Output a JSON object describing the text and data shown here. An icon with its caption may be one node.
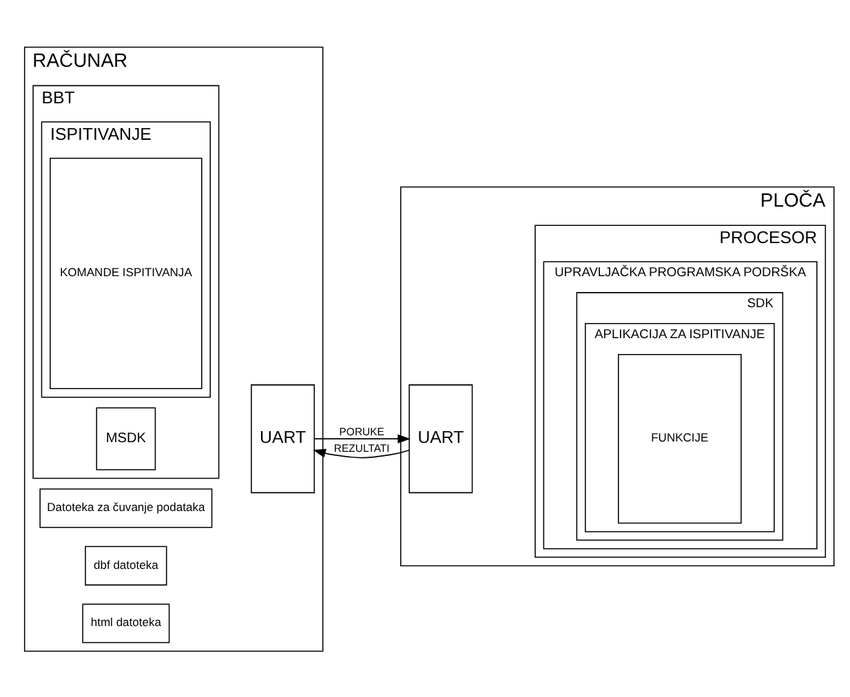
{
  "diagram": {
    "nodes": [
      {
        "text": [
          "RAČUNAR"
        ]
      },
      {
        "text": [
          "BBT"
        ],
        "in": 0
      },
      {
        "text": [
          "MSDK"
        ],
        "in": 1
      },
      {
        "text": [
          "ISPITIVANJE"
        ],
        "in": 1
      },
      {
        "text": [
          "KOMANDE ISPITIVANJA"
        ],
        "in": 3
      },
      {
        "text": [
          "UART"
        ],
        "in": 0
      },
      {
        "text": [
          "Datoteka za čuvanje podataka"
        ],
        "in": 0
      },
      {
        "text": [
          "dbf datoteka"
        ],
        "in": 0
      },
      {
        "text": [
          "html datoteka"
        ],
        "in": 0
      },
      {
        "text": [
          "PLOČA"
        ]
      },
      {
        "text": [
          "UART"
        ],
        "in": 9
      },
      {
        "text": [
          "PROCESOR"
        ],
        "in": 9
      },
      {
        "text": [
          "UPRAVLJAČKA PROGRAMSKA PODRŠKA"
        ],
        "in": 11
      },
      {
        "text": [
          "SDK"
        ],
        "in": 12
      },
      {
        "text": [
          "APLIKACIJA ZA ISPITIVANJE"
        ],
        "in": 13
      },
      {
        "text": [
          "FUNKCIJE"
        ],
        "in": 14
      }
    ],
    "edges": [
      {
        "from": 5,
        "to": 10,
        "arrow": "to",
        "label": "PORUKE"
      },
      {
        "from": 10,
        "to": 5,
        "arrow": "to",
        "label": "REZULTATI"
      }
    ]
  }
}
